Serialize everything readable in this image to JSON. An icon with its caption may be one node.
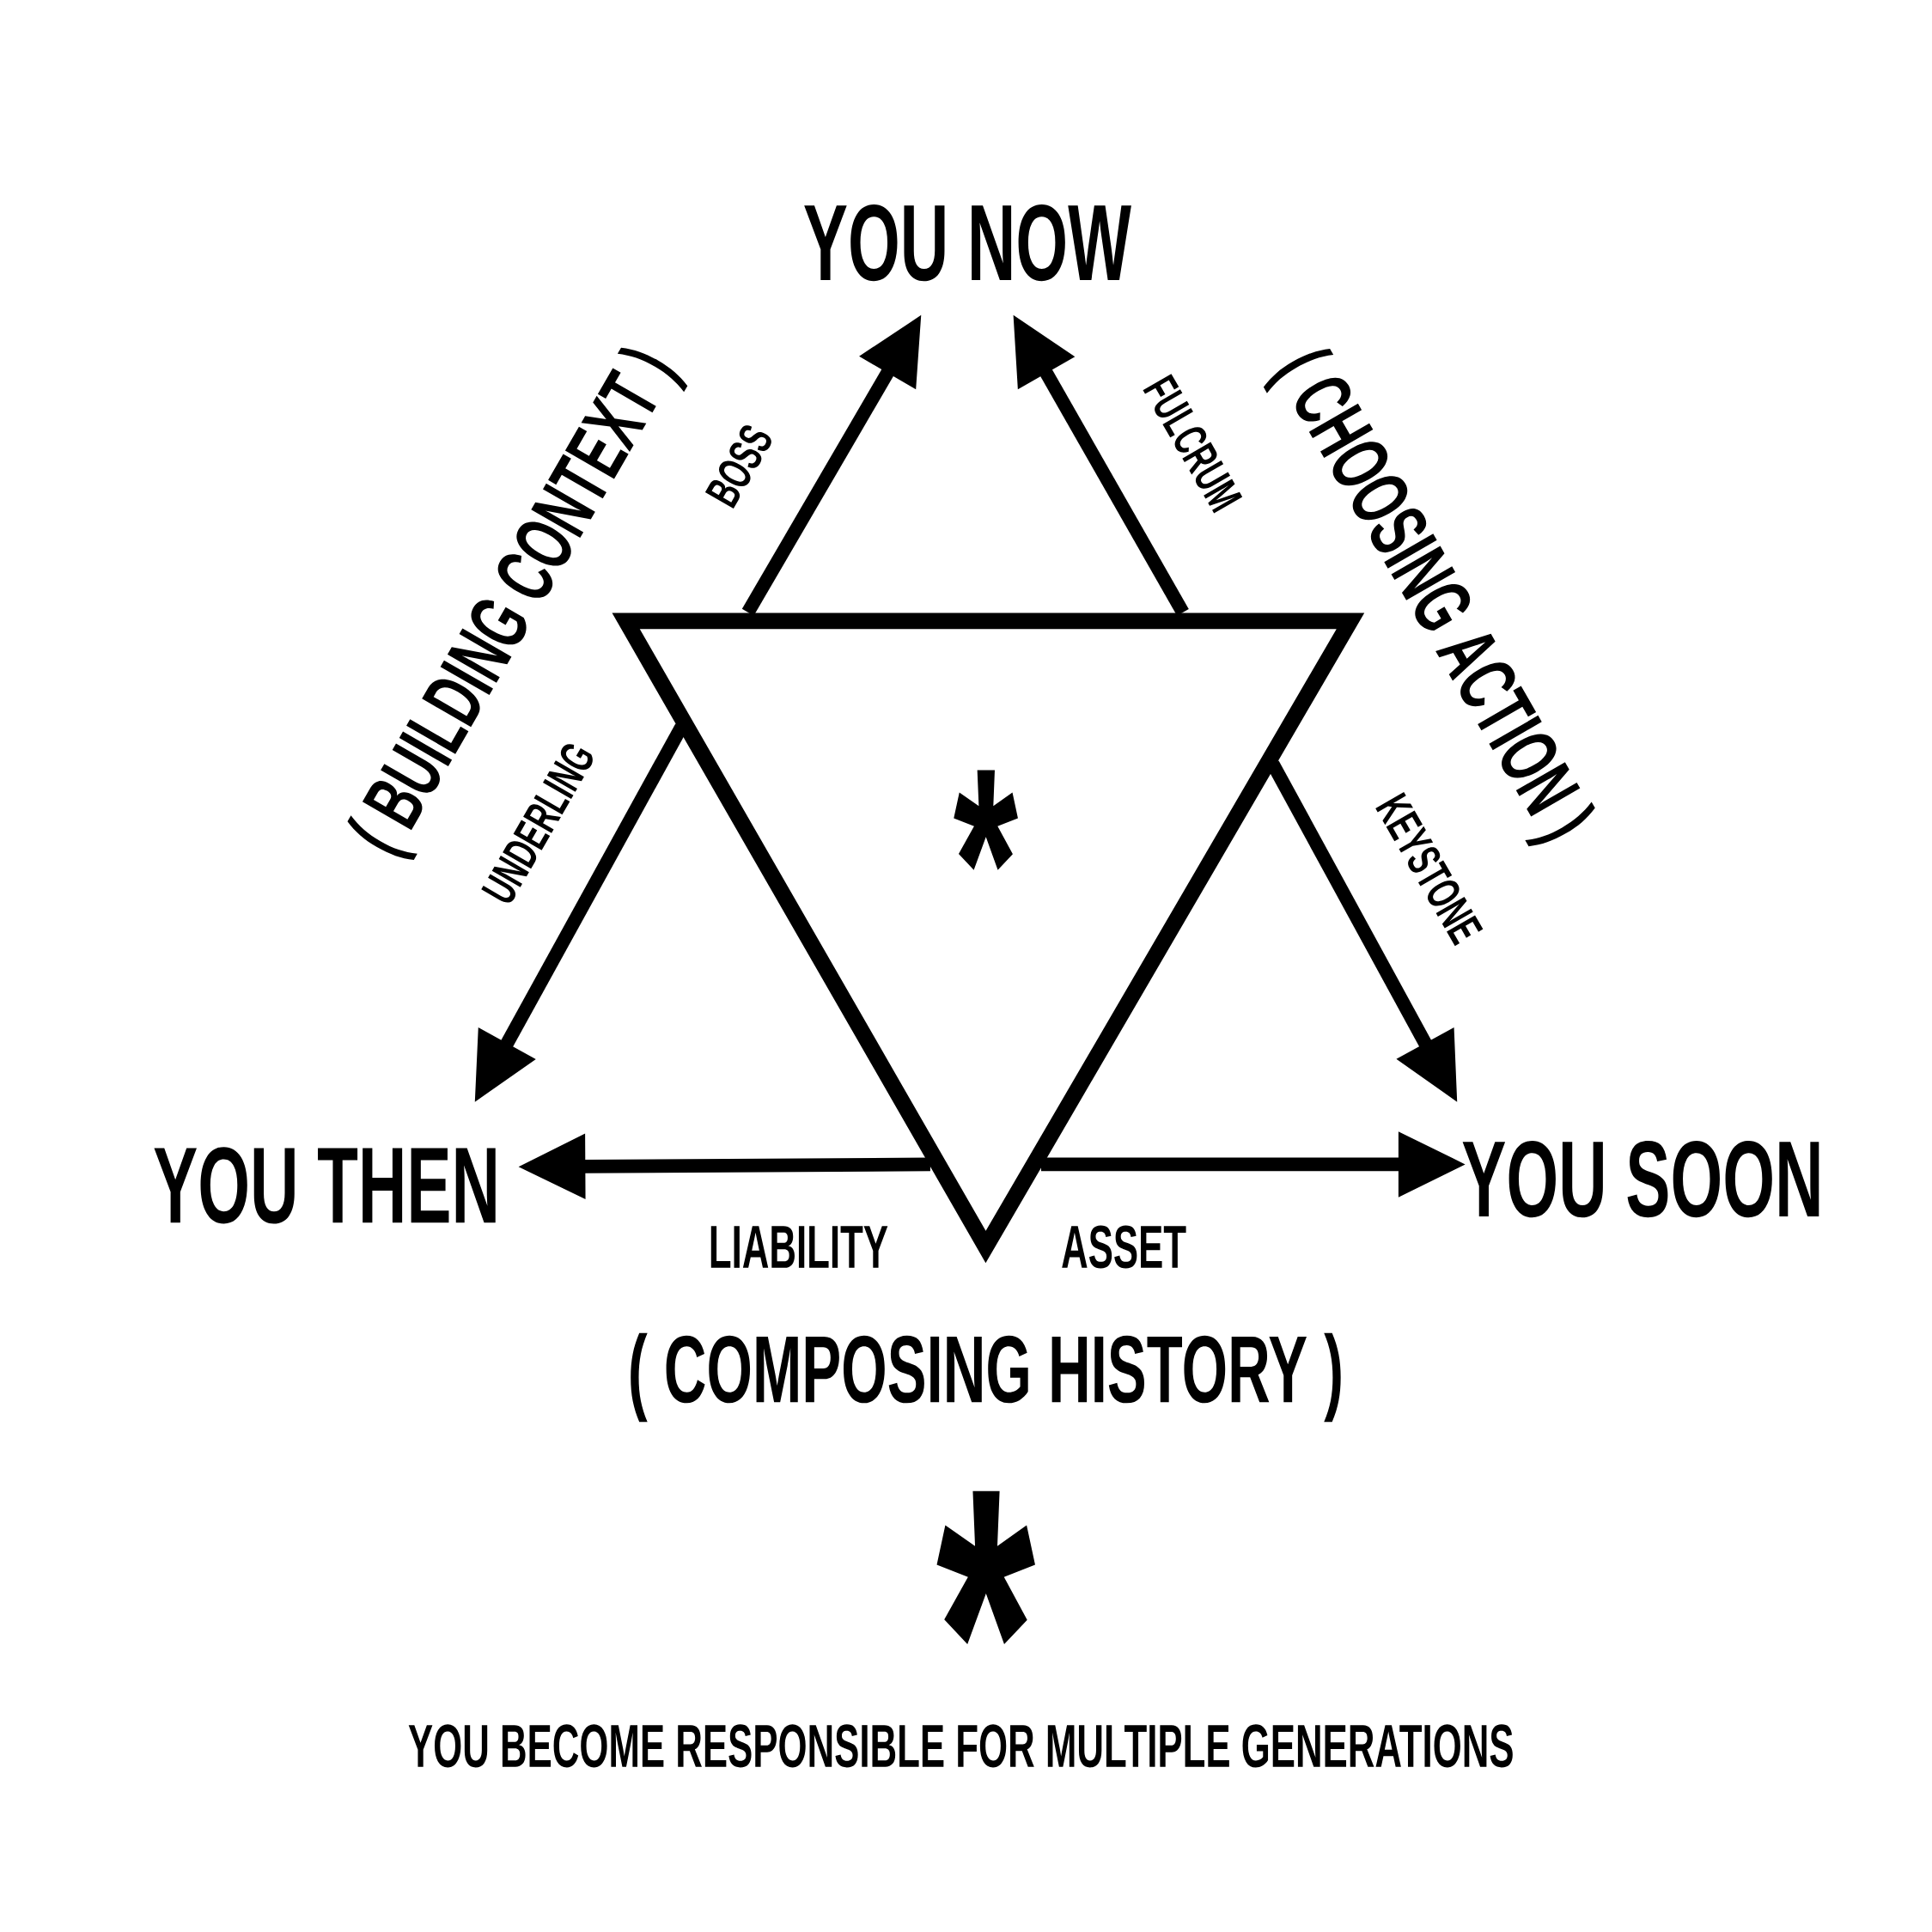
{
  "diagram": {
    "nodes": [
      {
        "text": [
          "YOU NOW"
        ]
      },
      {
        "text": [
          "YOU THEN"
        ]
      },
      {
        "text": [
          "YOU SOON"
        ]
      },
      {
        "text": [
          "*"
        ]
      }
    ],
    "edges": [
      {
        "from": 3,
        "to": 0,
        "arrow": "to",
        "label": "BOSS"
      },
      {
        "from": 3,
        "to": 0,
        "arrow": "to",
        "label": "FULCRUM"
      },
      {
        "from": 3,
        "to": 1,
        "arrow": "to",
        "label": "UNDERLING"
      },
      {
        "from": 3,
        "to": 2,
        "arrow": "to",
        "label": "KEYSTONE"
      },
      {
        "from": 3,
        "to": 1,
        "arrow": "to",
        "label": "LIABILITY"
      },
      {
        "from": 3,
        "to": 2,
        "arrow": "to",
        "label": "ASSET"
      }
    ],
    "labels": [
      "( BUILDING CONTEXT )",
      "( CHOOSING ACTION )",
      "( COMPOSING HISTORY )",
      "*",
      "YOU BECOME RESPONSIBLE FOR MULTIPLE GENERATIONS"
    ]
  }
}
